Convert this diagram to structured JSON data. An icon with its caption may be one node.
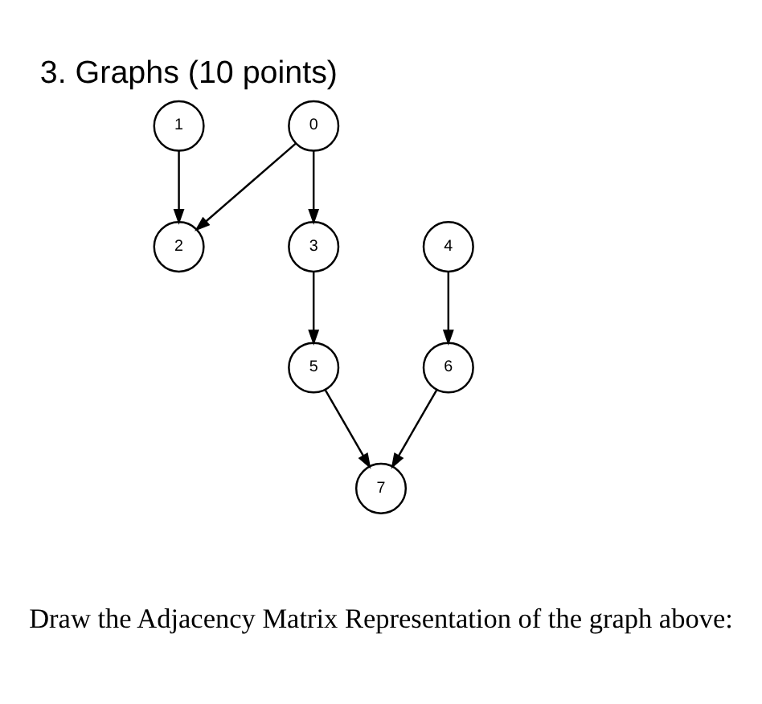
{
  "diagram": {
    "title": "3. Graphs (10 points)",
    "caption": "Draw the Adjacency Matrix Representation of the graph above:",
    "nodes": [
      {
        "text": [
          "0"
        ]
      },
      {
        "text": [
          "1"
        ]
      },
      {
        "text": [
          "2"
        ]
      },
      {
        "text": [
          "3"
        ]
      },
      {
        "text": [
          "4"
        ]
      },
      {
        "text": [
          "5"
        ]
      },
      {
        "text": [
          "6"
        ]
      },
      {
        "text": [
          "7"
        ]
      }
    ],
    "edges": [
      {
        "from": 0,
        "to": 2,
        "arrow": "to"
      },
      {
        "from": 0,
        "to": 3,
        "arrow": "to"
      },
      {
        "from": 1,
        "to": 2,
        "arrow": "to"
      },
      {
        "from": 3,
        "to": 5,
        "arrow": "to"
      },
      {
        "from": 4,
        "to": 6,
        "arrow": "to"
      },
      {
        "from": 5,
        "to": 7,
        "arrow": "to"
      },
      {
        "from": 6,
        "to": 7,
        "arrow": "to"
      }
    ]
  }
}
